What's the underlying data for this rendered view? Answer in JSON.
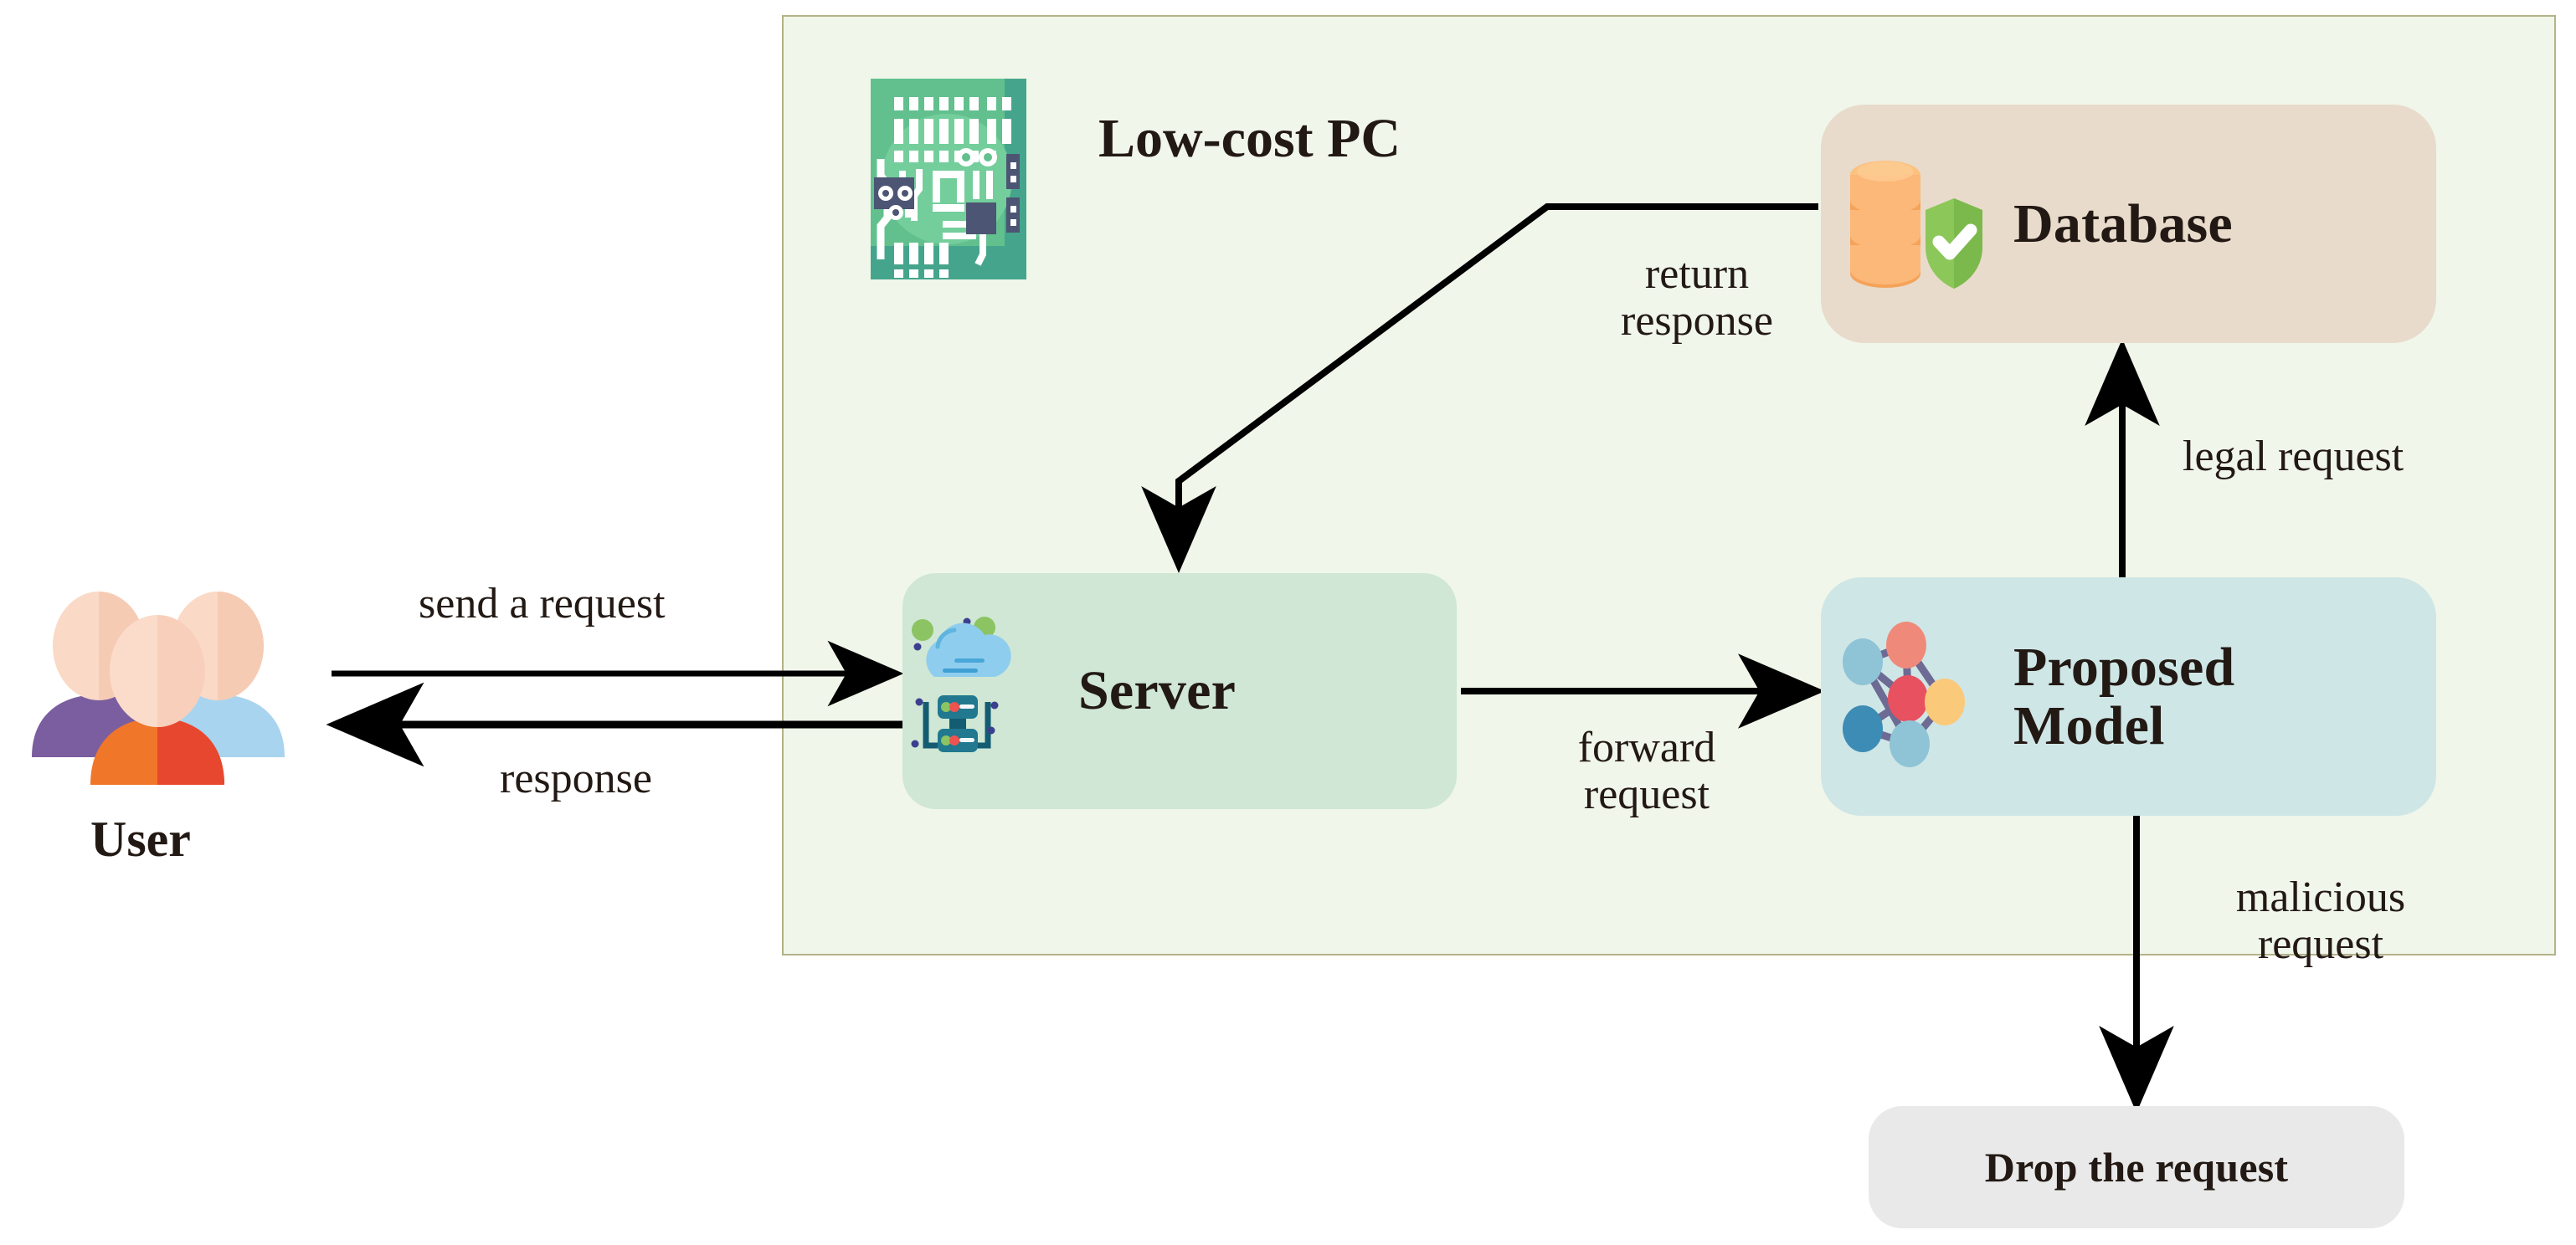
{
  "diagram": {
    "title_region": "Low-cost PC system architecture flow",
    "container": {
      "label": "Low-cost PC",
      "background": "#f0f6ea",
      "border": "#b3b289"
    },
    "nodes": [
      {
        "id": "user",
        "label": "User",
        "icon": "users-group-icon",
        "background": "transparent"
      },
      {
        "id": "server",
        "label": "Server",
        "icon": "cloud-server-icon",
        "background": "#cfe7d4"
      },
      {
        "id": "database",
        "label": "Database",
        "icon": "database-shield-icon",
        "background": "#e8dbcb"
      },
      {
        "id": "model",
        "label": "Proposed\nModel",
        "icon": "neural-network-icon",
        "background": "#cfe6e6"
      },
      {
        "id": "drop",
        "label": "Drop the request",
        "icon": "none",
        "background": "#e9e9e9"
      }
    ],
    "node_labels": {
      "user": "User",
      "server": "Server",
      "database": "Database",
      "model_line1": "Proposed",
      "model_line2": "Model",
      "drop": "Drop the request",
      "lowcost_pc": "Low-cost PC"
    },
    "edges": [
      {
        "id": "send",
        "label": "send a request",
        "from": "user",
        "to": "server",
        "style": "straight-arrow"
      },
      {
        "id": "response",
        "label": "response",
        "from": "server",
        "to": "user",
        "style": "straight-arrow"
      },
      {
        "id": "forward",
        "label_line1": "forward",
        "label_line2": "request",
        "from": "server",
        "to": "model",
        "style": "straight-arrow"
      },
      {
        "id": "legal",
        "label": "legal request",
        "from": "model",
        "to": "database",
        "style": "straight-arrow"
      },
      {
        "id": "malicious",
        "label_line1": "malicious",
        "label_line2": "request",
        "from": "model",
        "to": "drop",
        "style": "straight-arrow"
      },
      {
        "id": "return",
        "label_line1": "return",
        "label_line2": "response",
        "from": "database",
        "to": "server",
        "style": "elbow-arrow"
      }
    ],
    "edge_labels": {
      "send": "send a request",
      "response": "response",
      "forward_line1": "forward",
      "forward_line2": "request",
      "legal": "legal request",
      "malicious_line1": "malicious",
      "malicious_line2": "request",
      "return_line1": "return",
      "return_line2": "response"
    },
    "colors": {
      "container_bg": "#f0f6ea",
      "container_border": "#b3b289",
      "server_bg": "#cfe7d4",
      "database_bg": "#e8dbcb",
      "model_bg": "#cfe6e6",
      "drop_bg": "#e9e9e9",
      "arrow": "#000000",
      "text": "#231914"
    }
  }
}
